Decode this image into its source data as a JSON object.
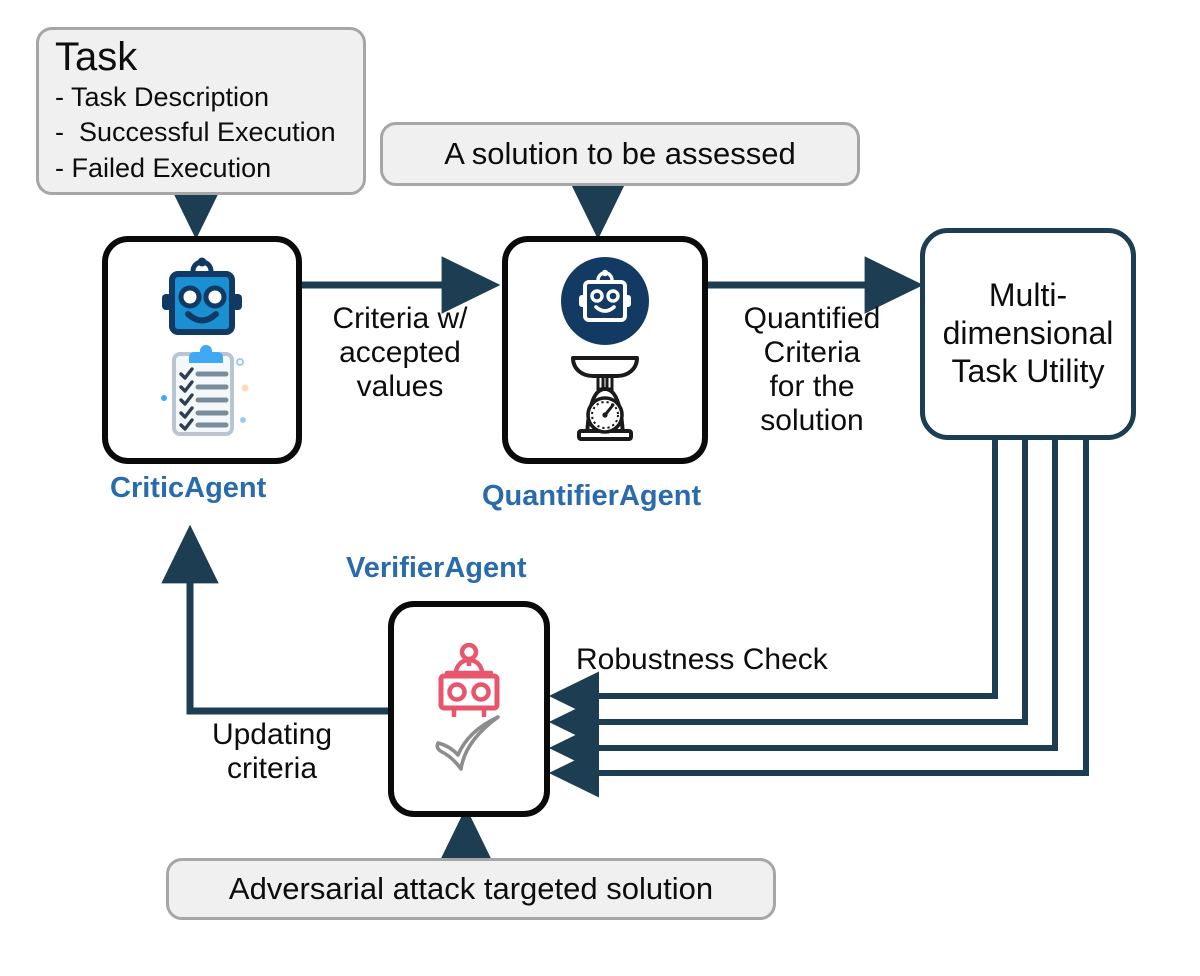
{
  "diagram": {
    "title": "Multi-agent task utility evaluation pipeline",
    "colors": {
      "agent_label_blue": "#2a6cab",
      "edge_navy": "#1c3d52",
      "gray_box_fill": "#f0f0f0",
      "gray_box_border": "#a6a6a6",
      "agent_border": "#0a0a0a",
      "critic_robot_blue": "#1a8fd1",
      "critic_robot_dark": "#103a63",
      "quantifier_circle_navy": "#123a63",
      "verifier_robot_red": "#e8566d"
    }
  },
  "task_box": {
    "title": "Task",
    "items": [
      "- Task Description",
      "-  Successful Execution",
      "- Failed Execution"
    ]
  },
  "solution_box": {
    "text": "A solution to be assessed"
  },
  "adversarial_box": {
    "text": "Adversarial attack targeted solution"
  },
  "utility_box": {
    "lines": [
      "Multi-",
      "dimensional",
      "Task Utility"
    ]
  },
  "agents": [
    {
      "id": "critic",
      "label": "CriticAgent",
      "icons": [
        "robot-head-icon",
        "clipboard-checklist-icon"
      ]
    },
    {
      "id": "quantifier",
      "label": "QuantifierAgent",
      "icons": [
        "robot-circle-icon",
        "weighing-scale-icon"
      ]
    },
    {
      "id": "verifier",
      "label": "VerifierAgent",
      "icons": [
        "robot-outline-icon",
        "checkmark-icon"
      ]
    }
  ],
  "edge_labels": {
    "criteria": "Criteria w/\naccepted\nvalues",
    "quantified": "Quantified\nCriteria\nfor the\nsolution",
    "robustness": "Robustness Check",
    "updating": "Updating\ncriteria"
  }
}
